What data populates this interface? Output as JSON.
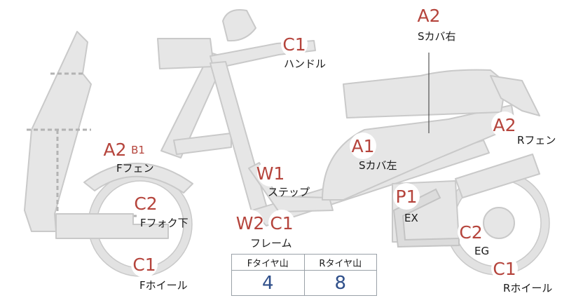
{
  "parts": {
    "handle": {
      "code": "C1",
      "label": "ハンドル"
    },
    "s_cover_right": {
      "code": "A2",
      "label": "Sカバ右"
    },
    "r_fender": {
      "code": "A2",
      "label": "Rフェン"
    },
    "f_fender": {
      "code": "A2",
      "code2": "B1",
      "label": "Fフェン"
    },
    "s_cover_left": {
      "code": "A1",
      "label": "Sカバ左"
    },
    "step": {
      "code": "W1",
      "label": "ステップ"
    },
    "exhaust": {
      "code": "P1",
      "label": "EX"
    },
    "f_fork_lower": {
      "code": "C2",
      "label": "Fフォク下"
    },
    "frame": {
      "code": "W2",
      "code2": "C1",
      "label": "フレーム"
    },
    "engine": {
      "code": "C2",
      "label": "EG"
    },
    "f_wheel": {
      "code": "C1",
      "label": "Fホイール"
    },
    "r_wheel": {
      "code": "C1",
      "label": "Rホイール"
    }
  },
  "tread_table": {
    "headers": [
      "Fタイヤ山",
      "Rタイヤ山"
    ],
    "values": [
      "4",
      "8"
    ]
  }
}
